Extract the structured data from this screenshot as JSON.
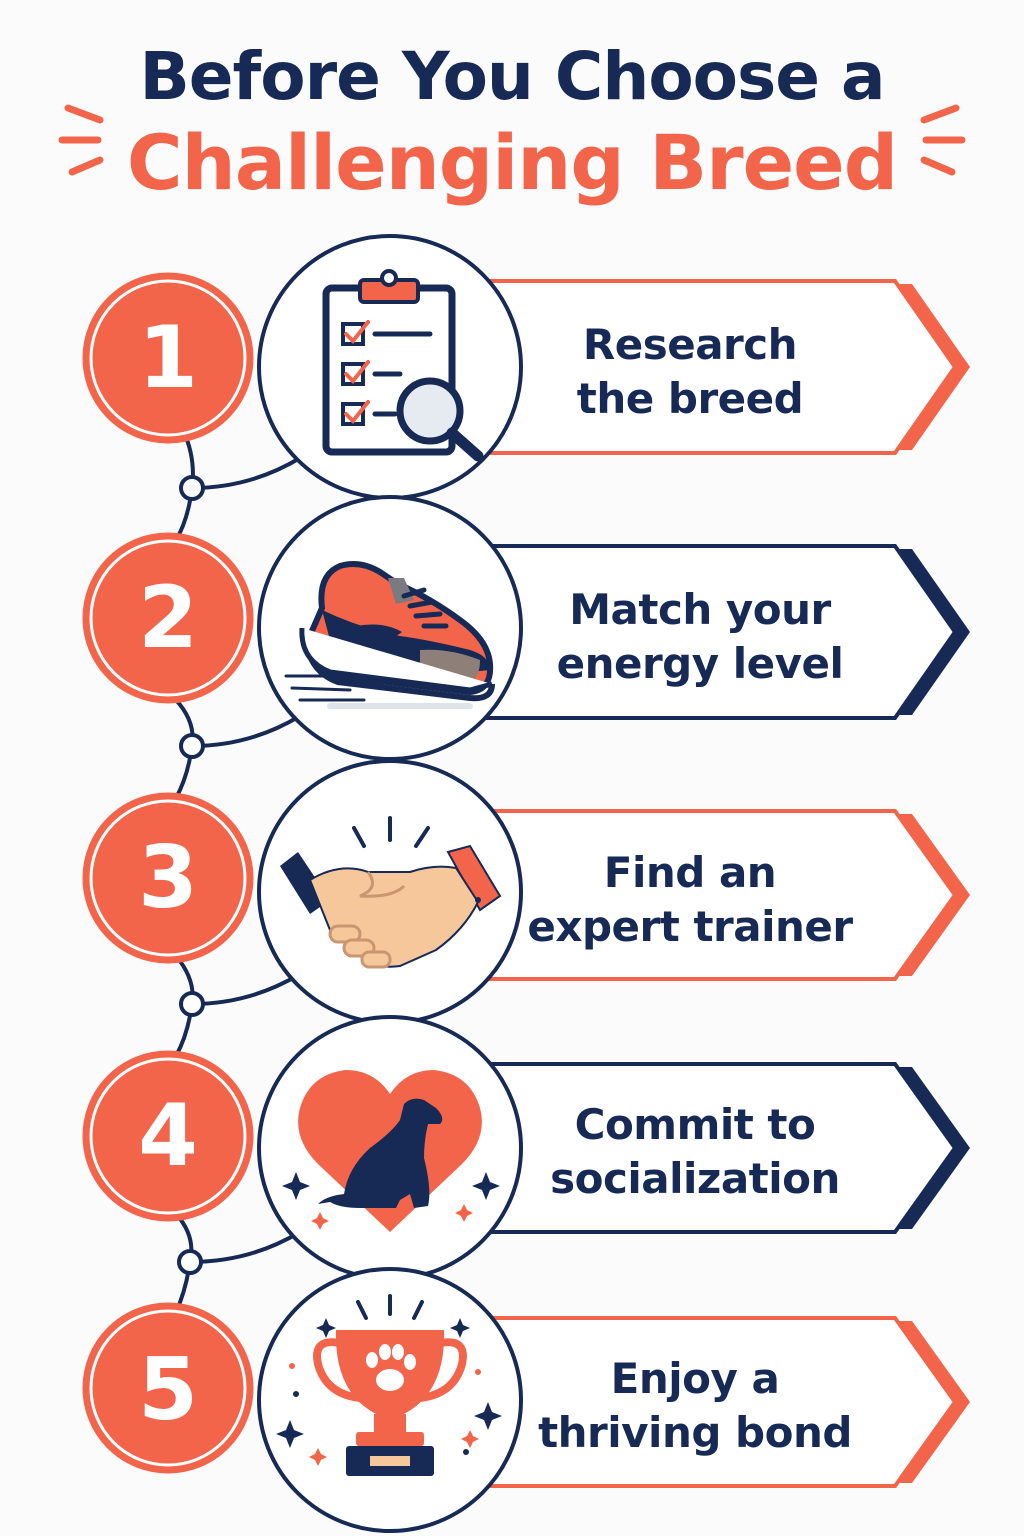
{
  "title": {
    "line1": "Before You Choose a",
    "line2": "Challenging Breed"
  },
  "colors": {
    "navy": "#172a55",
    "coral": "#f2654b",
    "background": "#fbfbfc"
  },
  "steps": [
    {
      "number": "1",
      "line1": "Research",
      "line2": "the breed",
      "icon": "clipboard-magnifier-icon",
      "accent": "coral"
    },
    {
      "number": "2",
      "line1": "Match your",
      "line2": "energy level",
      "icon": "running-shoe-icon",
      "accent": "navy"
    },
    {
      "number": "3",
      "line1": "Find an",
      "line2": "expert trainer",
      "icon": "handshake-icon",
      "accent": "coral"
    },
    {
      "number": "4",
      "line1": "Commit to",
      "line2": "socialization",
      "icon": "heart-dog-icon",
      "accent": "navy"
    },
    {
      "number": "5",
      "line1": "Enjoy a",
      "line2": "thriving bond",
      "icon": "paw-trophy-icon",
      "accent": "coral"
    }
  ]
}
